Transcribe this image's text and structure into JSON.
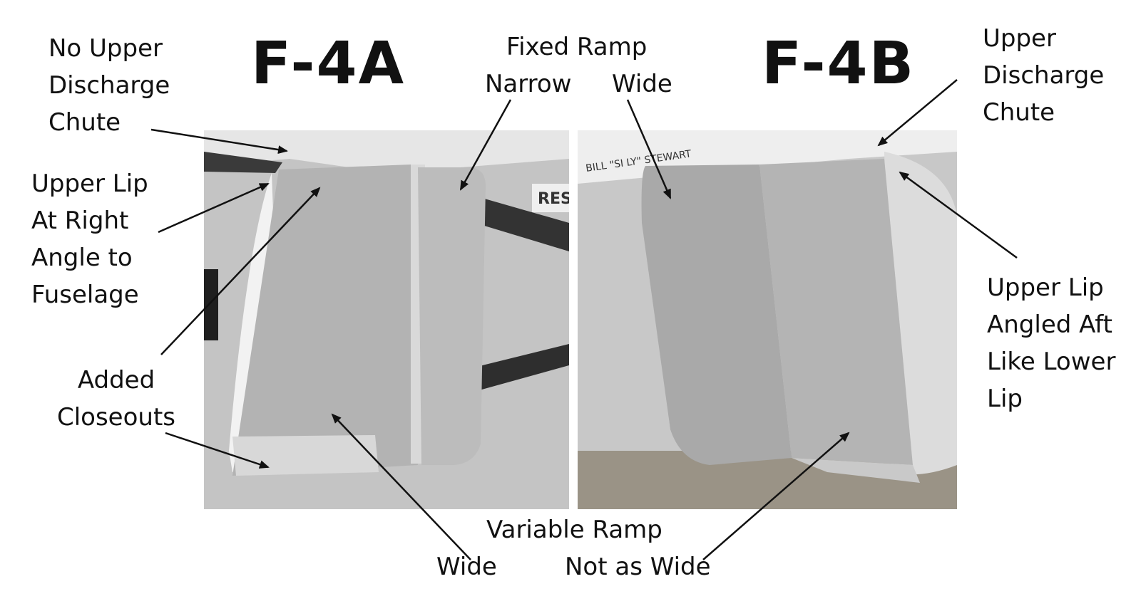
{
  "titles": {
    "left": "F-4A",
    "right": "F-4B"
  },
  "labels": {
    "no_upper_chute": "No Upper\nDischarge\nChute",
    "upper_lip_right_angle": "Upper Lip\nAt Right\nAngle to\nFuselage",
    "added_closeouts": "Added\nCloseouts",
    "fixed_ramp": "Fixed Ramp",
    "fixed_ramp_narrow": "Narrow",
    "fixed_ramp_wide": "Wide",
    "upper_chute": "Upper\nDischarge\nChute",
    "upper_lip_angled": "Upper Lip\nAngled Aft\nLike Lower\nLip",
    "variable_ramp": "Variable Ramp",
    "variable_ramp_wide": "Wide",
    "variable_ramp_not_as_wide": "Not as Wide"
  },
  "photo_text": {
    "nameplate": "BILL \"SI  LY\" STEWART",
    "stencil": "RES"
  },
  "colors": {
    "text": "#111111",
    "arrow": "#111111"
  }
}
